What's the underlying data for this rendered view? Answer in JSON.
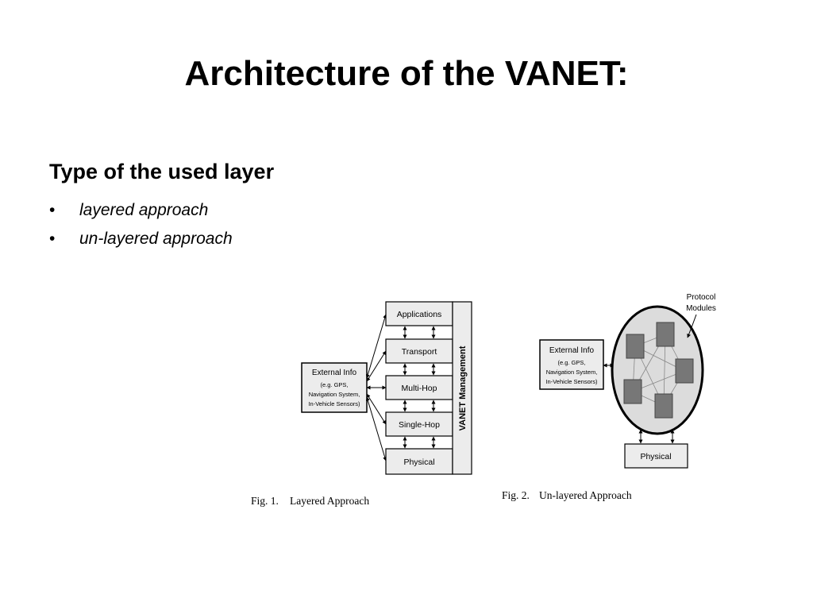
{
  "slide": {
    "title": "Architecture of the VANET:",
    "subheading": "Type of the used layer",
    "bullets": [
      {
        "marker": "•",
        "text": "layered approach"
      },
      {
        "marker": "•",
        "text": "un-layered approach"
      }
    ]
  },
  "fig1": {
    "external_info": [
      "External Info",
      "(e.g. GPS,",
      "Navigation System,",
      "In-Vehicle Sensors)"
    ],
    "layers": [
      "Applications",
      "Transport",
      "Multi-Hop",
      "Single-Hop",
      "Physical"
    ],
    "management": "VANET Management",
    "caption_num": "Fig. 1.",
    "caption_text": "Layered Approach"
  },
  "fig2": {
    "external_info": [
      "External Info",
      "(e.g. GPS,",
      "Navigation System,",
      "In-Vehicle Sensors)"
    ],
    "protocol_label": [
      "Protocol",
      "Modules"
    ],
    "physical": "Physical",
    "caption_num": "Fig. 2.",
    "caption_text": "Un-layered Approach"
  },
  "colors": {
    "box_fill": "#ececec",
    "module_fill": "#777777",
    "circle_fill": "#dcdcdc"
  }
}
